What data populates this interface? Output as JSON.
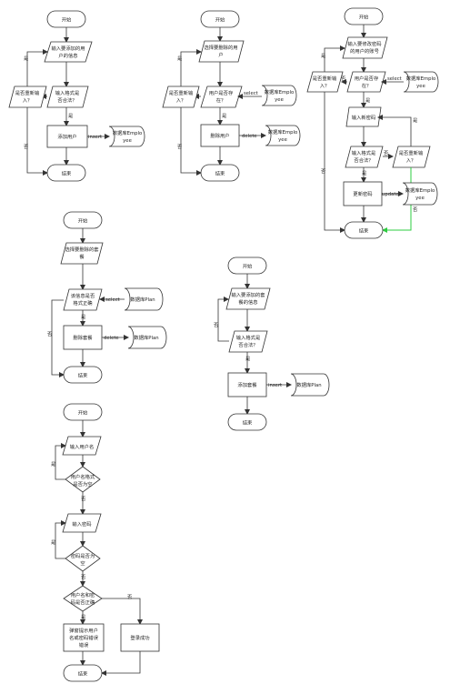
{
  "labels": {
    "start": "开始",
    "end": "结束",
    "yes": "是",
    "no": "否",
    "insert": "insert",
    "select": "select",
    "delete": "delete",
    "update": "update",
    "db_employee_1": "数据库Emplo",
    "db_employee_2": "yee",
    "db_plan": "数据库Plan"
  },
  "flow1": {
    "input_1": "输入要添加的用",
    "input_2": "户的信息",
    "check_1": "输入格式是",
    "check_2": "否合法？",
    "retry_1": "是否重新输",
    "retry_2": "入？",
    "action": "添加用户"
  },
  "flow2": {
    "input_1": "选择要删除的用",
    "input_2": "户",
    "check_1": "用户是否存",
    "check_2": "在？",
    "retry_1": "是否重新输",
    "retry_2": "入？",
    "action": "删除用户"
  },
  "flow3": {
    "input_1": "输入要修改密码",
    "input_2": "的用户的账号",
    "check_1": "用户是否存",
    "check_2": "在？",
    "retry_1": "是否重新输",
    "retry_2": "入？",
    "new_pwd": "输入新密码",
    "check2_1": "输入格式是",
    "check2_2": "否合法？",
    "retry2_1": "是否重新输",
    "retry2_2": "入？",
    "action": "更新密码"
  },
  "flow4": {
    "input_1": "选择要删除的套",
    "input_2": "餐",
    "check_1": "该信息是否",
    "check_2": "格式正确",
    "action": "删除套餐"
  },
  "flow5": {
    "input_1": "输入要添加的套",
    "input_2": "餐的信息",
    "check_1": "输入格式是",
    "check_2": "否合法？",
    "action": "添加套餐"
  },
  "flow6": {
    "input_user": "输入用户名",
    "check_user_1": "用户名格式",
    "check_user_2": "是否为空",
    "input_pwd": "输入密码",
    "check_pwd_1": "密码是否为",
    "check_pwd_2": "空",
    "check_both_1": "用户名和密",
    "check_both_2": "码是否正确",
    "error_1": "弹窗提示用户",
    "error_2": "名或密码错误",
    "error_3": "错误",
    "success": "登录成功"
  }
}
